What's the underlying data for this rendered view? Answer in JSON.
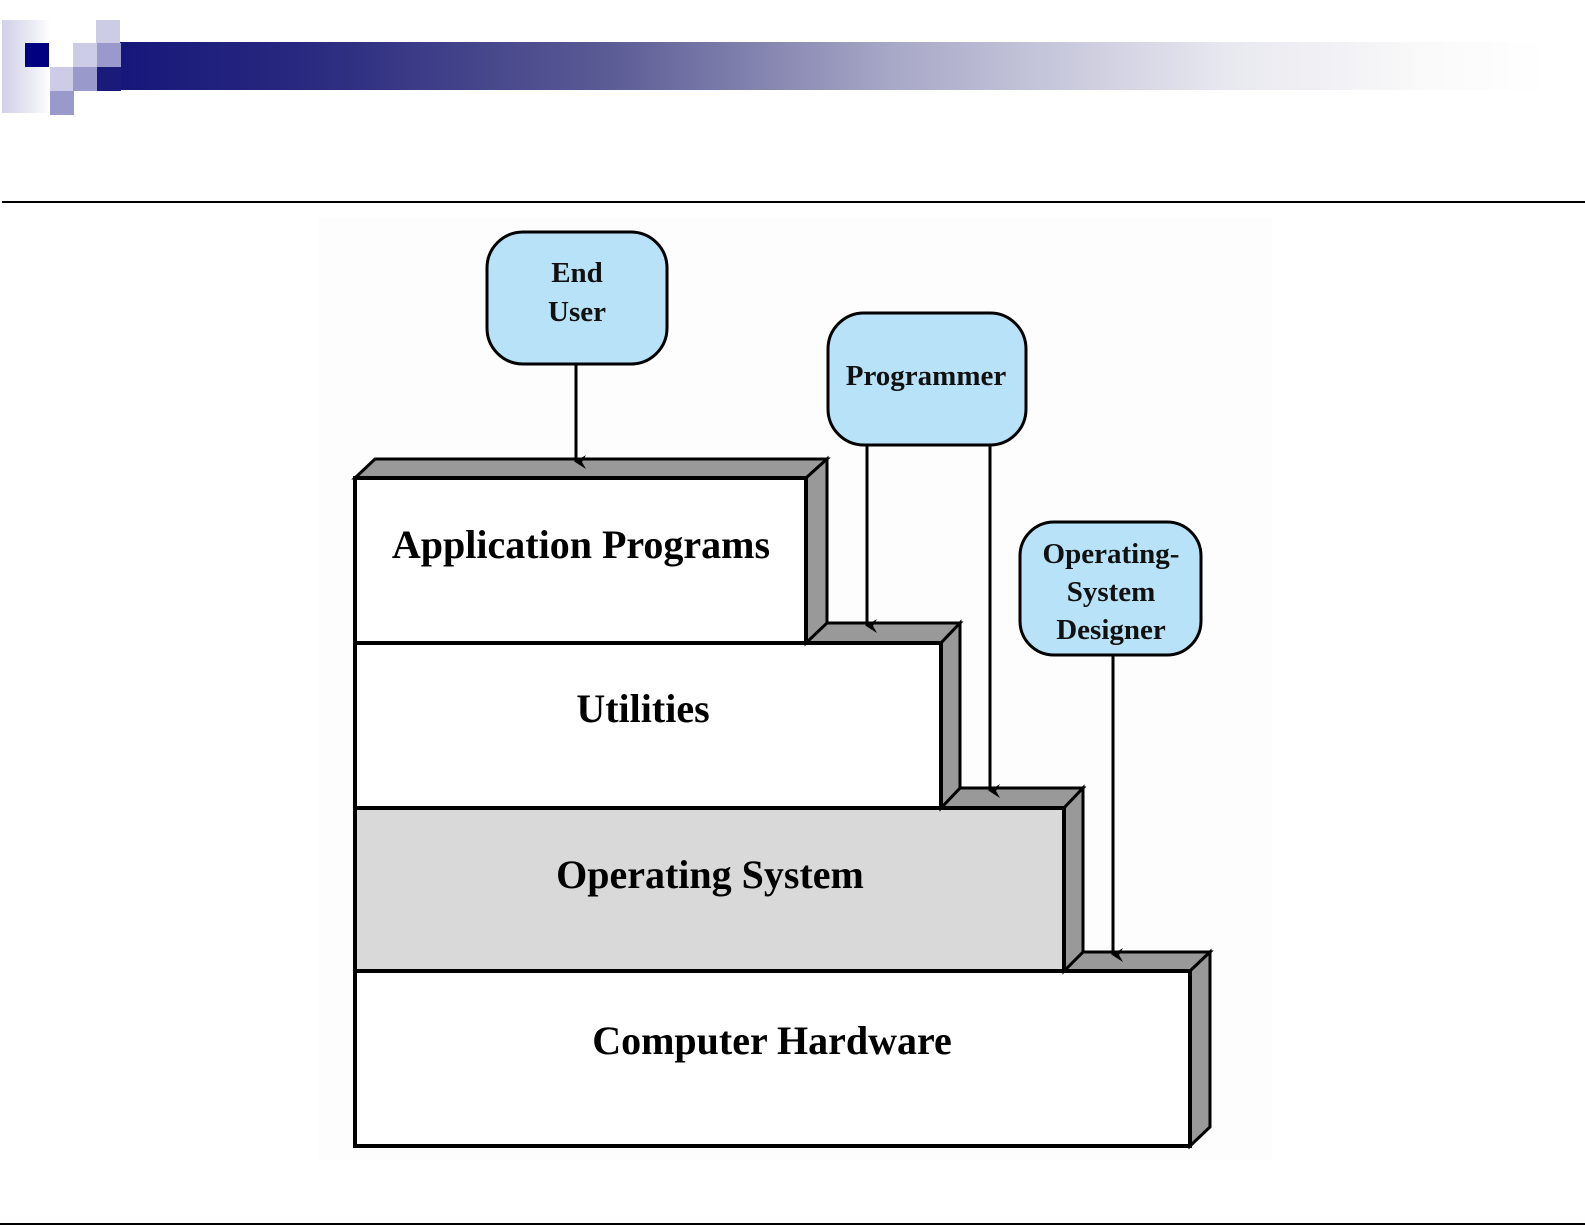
{
  "slide": {
    "title": "",
    "colors": {
      "banner_start": "#14147a",
      "actor_fill": "#b8e2f7",
      "layer_fill": "#ffffff",
      "os_layer_fill": "#d9d9d9",
      "bevel_fill": "#999999",
      "stroke": "#000000"
    }
  },
  "diagram": {
    "actors": [
      {
        "id": "end-user",
        "lines": [
          "End",
          "User"
        ],
        "targets": [
          "application-programs"
        ]
      },
      {
        "id": "programmer",
        "lines": [
          "Programmer"
        ],
        "targets": [
          "utilities",
          "operating-system"
        ]
      },
      {
        "id": "os-designer",
        "lines": [
          "Operating-",
          "System",
          "Designer"
        ],
        "targets": [
          "computer-hardware"
        ]
      }
    ],
    "layers": [
      {
        "id": "application-programs",
        "label": "Application Programs",
        "highlighted": false
      },
      {
        "id": "utilities",
        "label": "Utilities",
        "highlighted": false
      },
      {
        "id": "operating-system",
        "label": "Operating System",
        "highlighted": true
      },
      {
        "id": "computer-hardware",
        "label": "Computer Hardware",
        "highlighted": false
      }
    ]
  }
}
